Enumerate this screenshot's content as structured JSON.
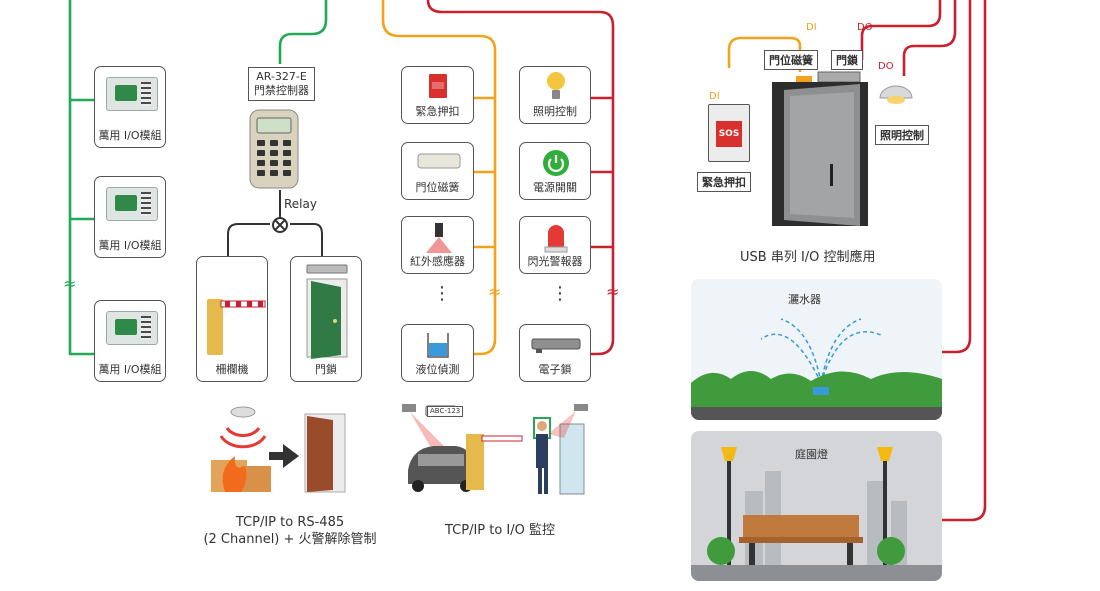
{
  "controller": {
    "model": "AR-327-E",
    "name": "門禁控制器",
    "relay": "Relay"
  },
  "io_modules": [
    "萬用 I/O模組",
    "萬用 I/O模組",
    "萬用 I/O模組"
  ],
  "outputs_left": [
    "柵欄機",
    "門鎖"
  ],
  "inputs_mid": [
    "緊急押扣",
    "門位磁簧",
    "紅外感應器",
    "液位偵測"
  ],
  "outputs_mid": [
    "照明控制",
    "電源開關",
    "閃光警報器",
    "電子鎖"
  ],
  "dots": "⋮",
  "squiggle": "≈",
  "captions": {
    "fire_line1": "TCP/IP  to  RS-485",
    "fire_line2": "(2 Channel) + 火警解除管制",
    "monitor": "TCP/IP  to  I/O 監控"
  },
  "plate_text": "ABC-123",
  "usb": {
    "di_label": "DI",
    "do_label": "DO",
    "door_sensor": "門位磁簧",
    "door_lock": "門鎖",
    "emergency": "緊急押扣",
    "sos": "SOS",
    "lighting": "照明控制",
    "title": "USB 串列 I/O 控制應用"
  },
  "sprinkler": "灑水器",
  "garden_light": "庭園燈",
  "colors": {
    "green": "#23a855",
    "orange": "#f3a21b",
    "red": "#c8202e",
    "box_border": "#555555"
  }
}
